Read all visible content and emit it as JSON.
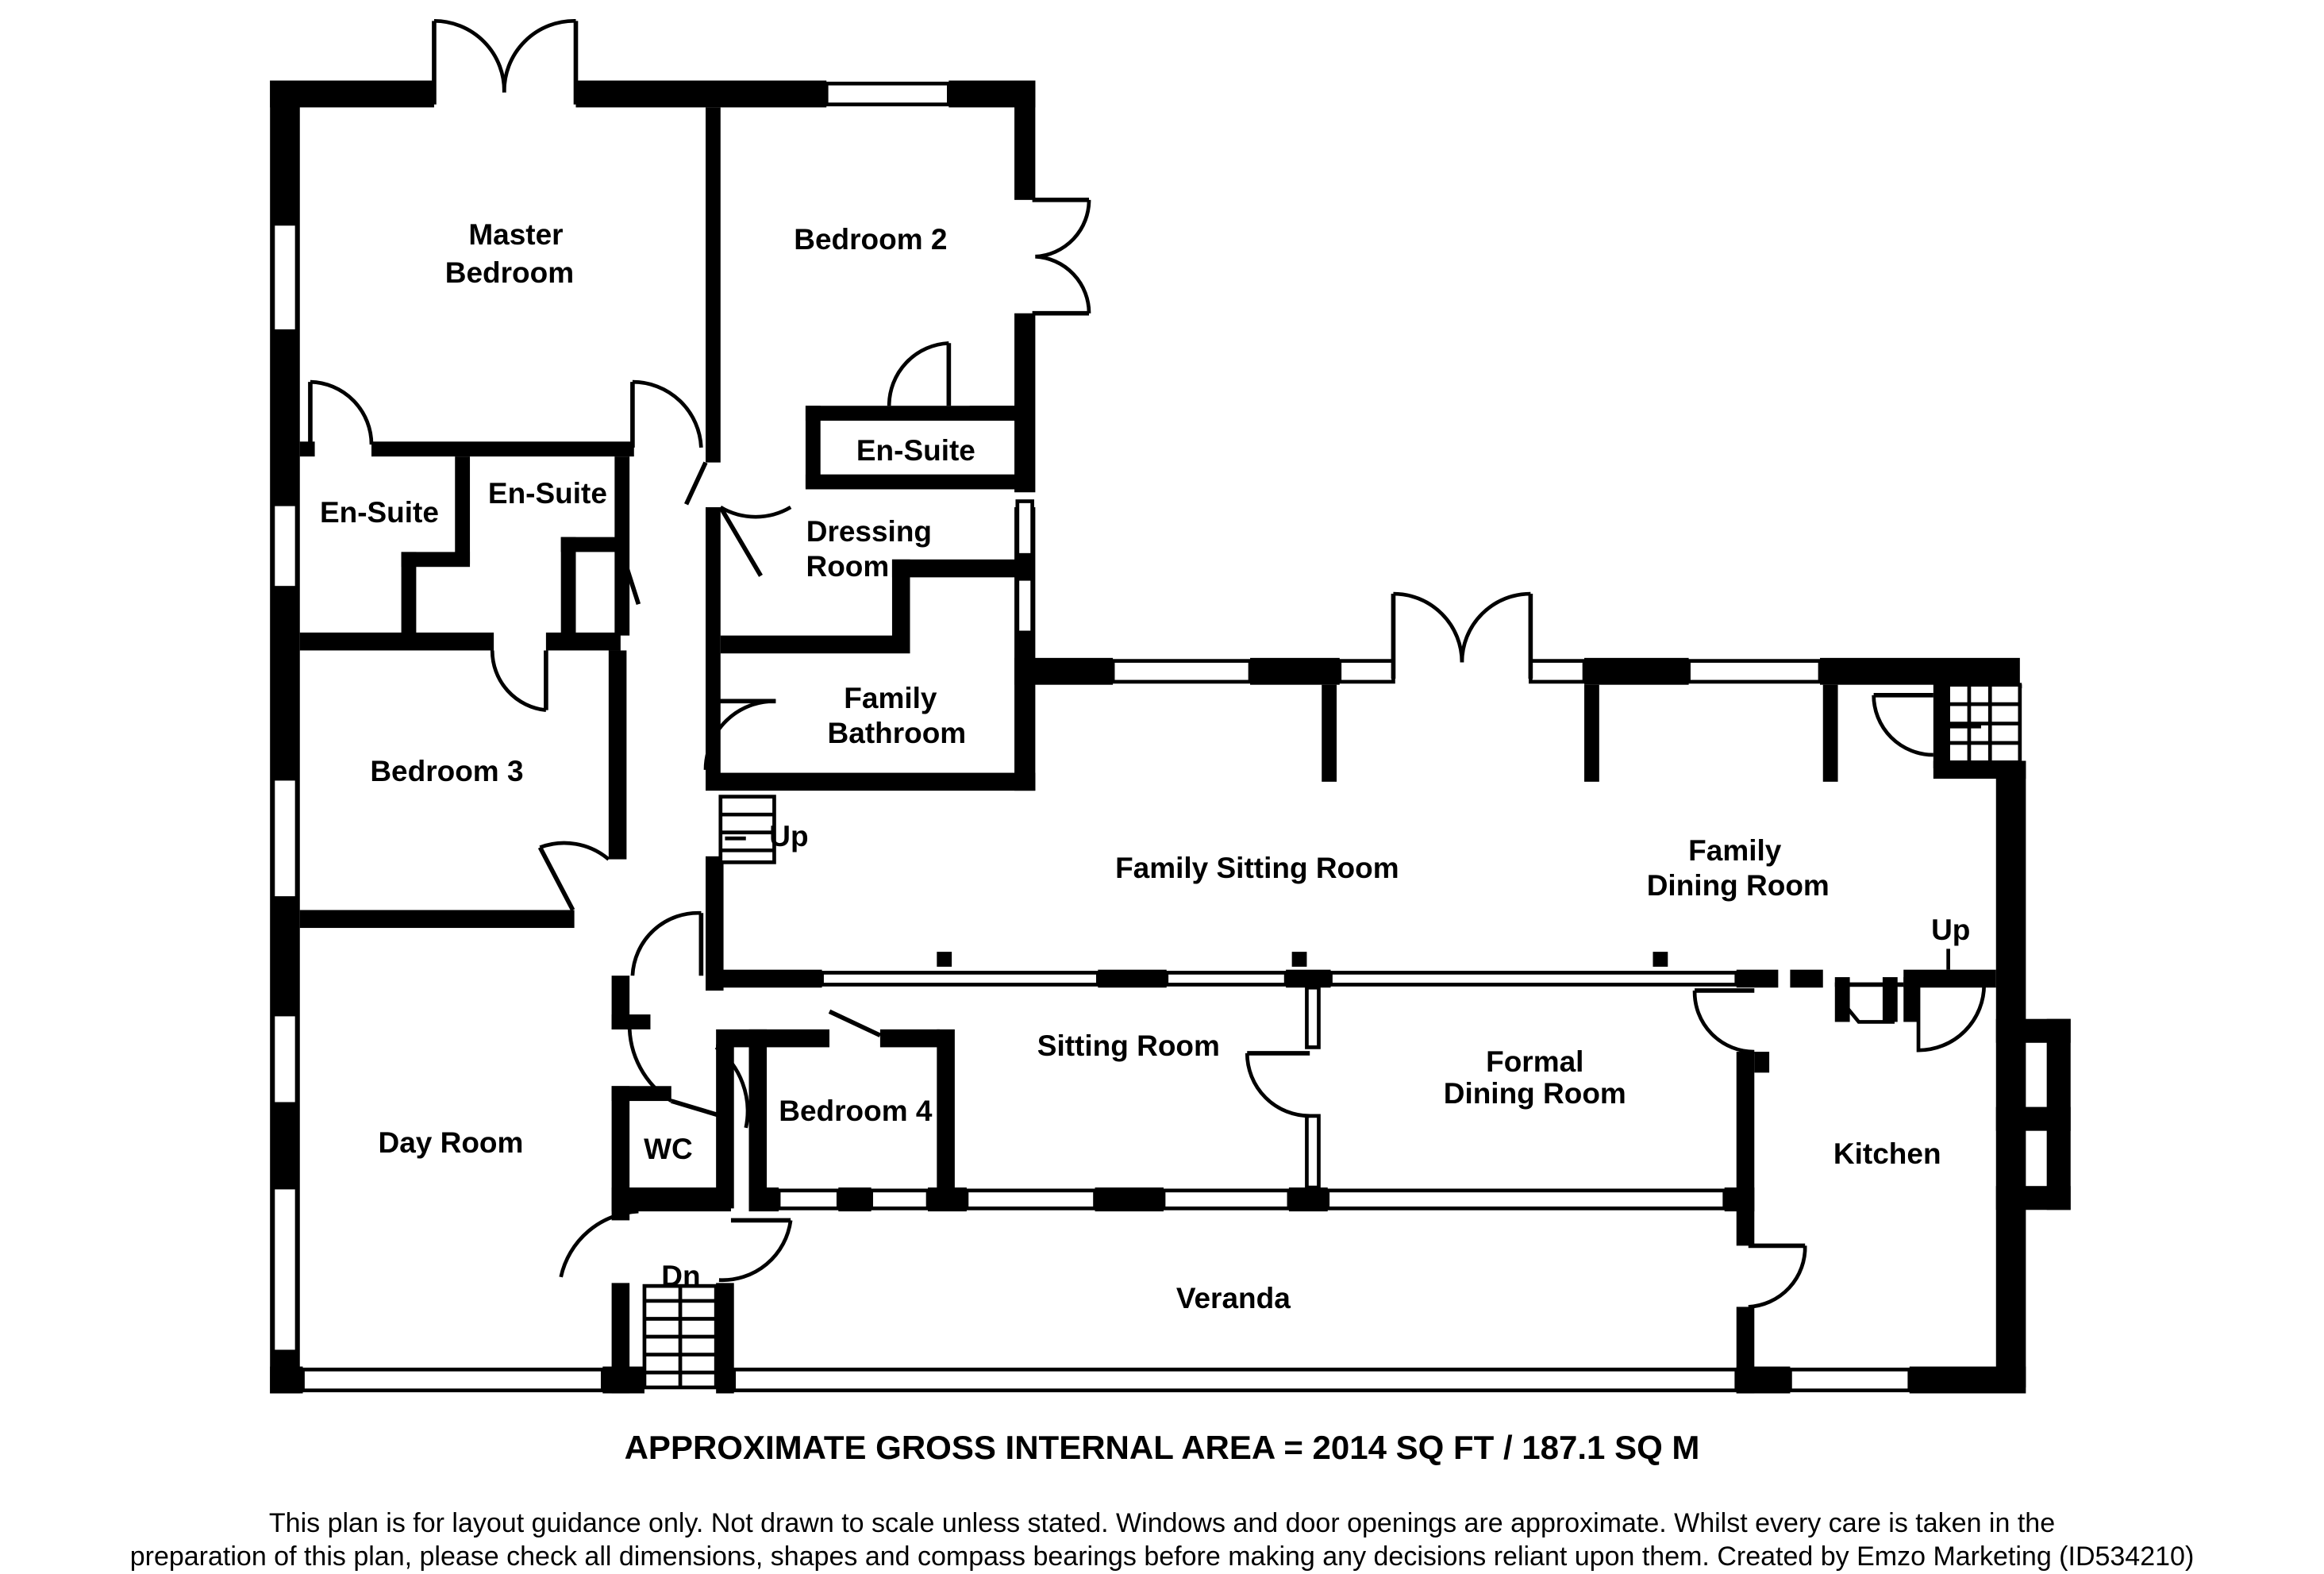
{
  "rooms": {
    "master_bedroom_line1": "Master",
    "master_bedroom_line2": "Bedroom",
    "bedroom_2": "Bedroom 2",
    "en_suite_top": "En-Suite",
    "dressing_line1": "Dressing",
    "dressing_line2": "Room",
    "en_suite_left": "En-Suite",
    "en_suite_mid": "En-Suite",
    "family_bath_line1": "Family",
    "family_bath_line2": "Bathroom",
    "bedroom_3": "Bedroom 3",
    "family_sitting_room": "Family Sitting Room",
    "family_dining_line1": "Family",
    "family_dining_line2": "Dining Room",
    "sitting_room": "Sitting Room",
    "formal_dining_line1": "Formal",
    "formal_dining_line2": "Dining Room",
    "bedroom_4": "Bedroom 4",
    "wc": "WC",
    "day_room": "Day Room",
    "kitchen": "Kitchen",
    "veranda": "Veranda"
  },
  "stairs": {
    "up_hall": "Up",
    "up_kitchen": "Up",
    "down_entry": "Dn"
  },
  "footer": {
    "area_text": "APPROXIMATE GROSS INTERNAL AREA = 2014 SQ FT / 187.1 SQ M",
    "disclaimer_line1": "This plan is for layout guidance only. Not drawn to scale unless stated. Windows and door openings are approximate. Whilst every care is taken in the",
    "disclaimer_line2": "preparation of this plan, please check all dimensions, shapes and compass bearings before making any decisions reliant upon them. Created by Emzo Marketing (ID534210)"
  }
}
